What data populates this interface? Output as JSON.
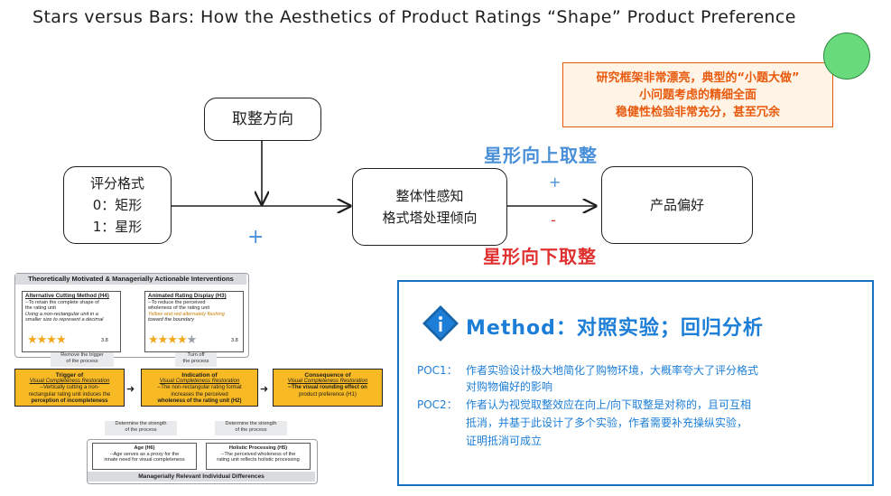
{
  "title": "Stars versus Bars: How the Aesthetics of Product Ratings “Shape” Product Preference",
  "nodes": {
    "rounding": "取整方向",
    "rating_format": [
      "评分格式",
      "0：矩形",
      "1：星形"
    ],
    "processing": [
      "整体性感知",
      "格式塔处理倾向"
    ],
    "preference": "产品偏好"
  },
  "signs": {
    "plus_main": "+",
    "plus_upper": "+",
    "minus_lower": "-"
  },
  "labels": {
    "up": "星形向上取整",
    "down": "星形向下取整"
  },
  "note": {
    "lines": [
      "研究框架非常漂亮，典型的“小题大做”",
      "小问题考虑的精细全面",
      "稳健性检验非常充分，甚至冗余"
    ],
    "accent": "#e8590c",
    "badge_color": "#69db7c"
  },
  "figure": {
    "header_top": "Theoretically Motivated & Managerially Actionable Interventions",
    "alt_method": {
      "title": "Alternative Cutting Method (H4)",
      "lines": [
        "--To retain the complete shape of",
        "the rating unit",
        "Using a non-rectangular unit in a",
        "smaller size to represent a decimal"
      ],
      "rating": "3.8"
    },
    "animated": {
      "title": "Animated Rating Display (H3)",
      "lines": [
        "--To reduce the perceived",
        "wholeness of the rating unit",
        "Yellow and red alternately flashing",
        "toward the boundary"
      ],
      "rating": "3.8"
    },
    "remove_trigger": [
      "Remove the trigger",
      "of the process"
    ],
    "turn_off": [
      "Turn off",
      "the process"
    ],
    "trigger": {
      "title": "Trigger of",
      "sub": "Visual Completeness Restoration",
      "body": [
        "--Vertically cutting a non-",
        "rectangular rating unit induces the",
        "perception of incompleteness"
      ]
    },
    "indication": {
      "title": "Indication of",
      "sub": "Visual Completeness Restoration",
      "body": [
        "--The non-rectangular rating format",
        "increases the perceived",
        "wholeness of the rating unit (H2)"
      ]
    },
    "consequence": {
      "title": "Consequence of",
      "sub": "Visual Completeness Restoration",
      "body": [
        "--The visual rounding effect on",
        "product preference (H1)"
      ]
    },
    "determine_a": [
      "Determine the strength",
      "of the process"
    ],
    "determine_b": [
      "Determine the strength",
      "of the process"
    ],
    "age": {
      "title": "Age (H6)",
      "lines": [
        "--Age serves as a proxy for the",
        "innate need for visual completeness"
      ]
    },
    "holistic": {
      "title": "Holistic Processing (H5)",
      "lines": [
        "--The perceived wholeness of the",
        "rating unit reflects holistic processing"
      ]
    },
    "footer": "Managerially Relevant Individual Differences"
  },
  "method": {
    "title": "Method：对照实验；回归分析",
    "poc1_label": "POC1：",
    "poc1": [
      "作者实验设计极大地简化了购物环境，大概率夸大了评分格式",
      "对购物偏好的影响"
    ],
    "poc2_label": "POC2：",
    "poc2": [
      "作者认为视觉取整效应在向上/向下取整是对称的，且可互相",
      "抵消，并基于此设计了多个实验，作者需要补充操纵实验，",
      "证明抵消可成立"
    ],
    "accent": "#1c7ed6",
    "icon": "info-diamond-icon"
  }
}
